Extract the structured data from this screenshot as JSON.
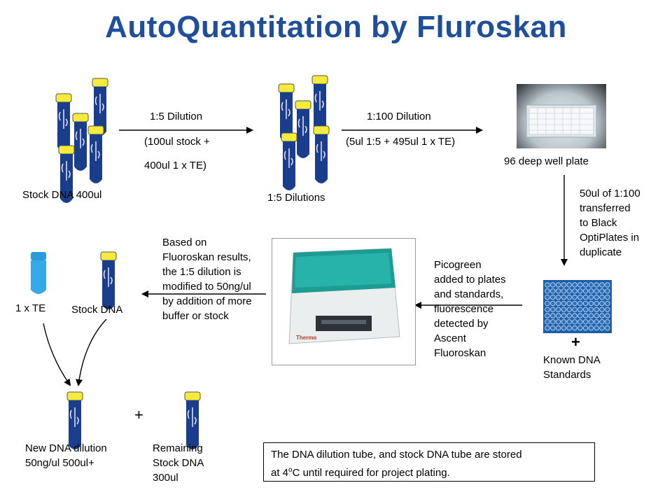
{
  "title": "AutoQuantitation by Fluroskan",
  "colors": {
    "title": "#1f4e9a",
    "tube_cap": "#f5eb3a",
    "tube_body": "#1a3d8c",
    "te_tube": "#35a8e8",
    "plate": "#1f5fa8"
  },
  "steps": {
    "stock_label": "Stock DNA 400ul",
    "dilution1": {
      "line1": "1:5 Dilution",
      "line2": "(100ul stock +",
      "line3": "400ul 1 x TE)"
    },
    "dilutions_label": "1:5 Dilutions",
    "dilution2": {
      "line1": "1:100 Dilution",
      "line2": "(5ul 1:5 + 495ul 1 x TE)"
    },
    "deep_well_label": "96 deep well plate",
    "transfer": [
      "50ul of 1:100",
      "transferred",
      "to Black",
      "OptiPlates   in",
      "duplicate"
    ],
    "plus_standards": "+",
    "standards_label": [
      "Known DNA",
      "Standards"
    ],
    "picogreen": [
      "Picogreen",
      "added to plates",
      "and standards,",
      "fluorescence",
      "detected by",
      "Ascent",
      "Fluoroskan"
    ],
    "based_on": [
      "Based on",
      "Fluoroskan results,",
      "the 1:5 dilution is",
      "modified to 50ng/ul",
      "by addition of  more",
      "buffer or stock"
    ],
    "te_label": "1 x TE",
    "stock_dna_label": "Stock DNA",
    "plus_bottom": "+",
    "new_dilution": [
      "New DNA dilution",
      "50ng/ul 500ul+"
    ],
    "remaining": [
      "Remaining",
      "Stock DNA",
      "300ul"
    ],
    "note_line1": "The DNA dilution tube, and stock DNA tube are stored",
    "note_line2_prefix": "at 4",
    "note_sup": "o",
    "note_line2_suffix": "C until required for project plating.",
    "machine_brand": "Thermo"
  }
}
